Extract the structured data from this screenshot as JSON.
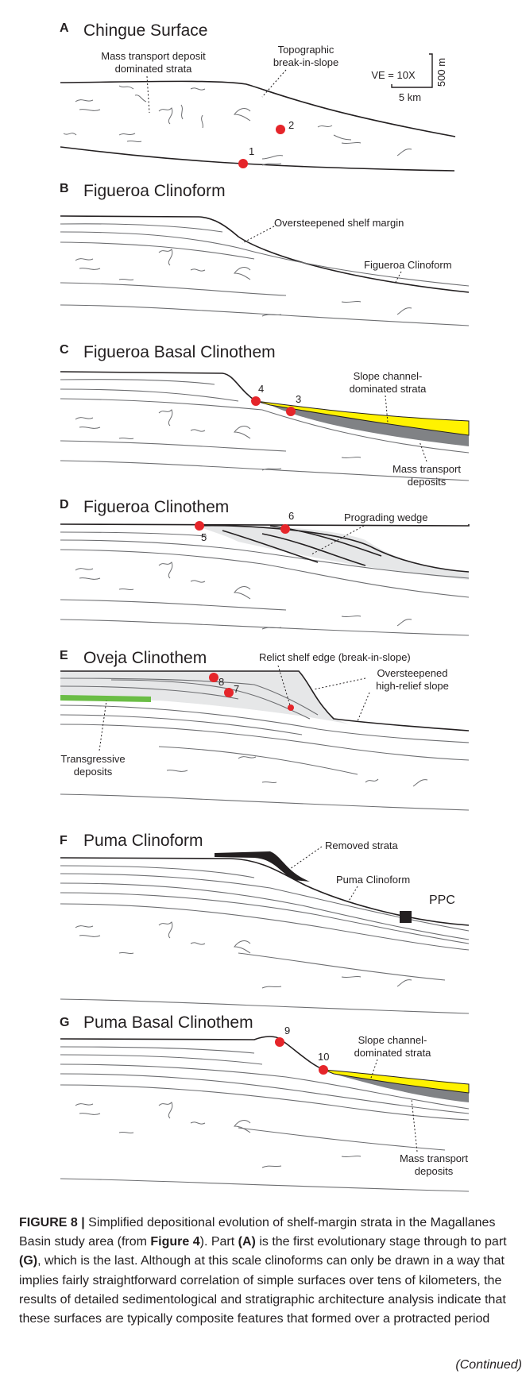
{
  "panels": [
    {
      "letter": "A",
      "title": "Chingue Surface",
      "labels": {
        "mtd": [
          "Mass transport deposit",
          "dominated strata"
        ],
        "topo": [
          "Topographic",
          "break-in-slope"
        ],
        "ve": "VE = 10X",
        "vscale": "500 m",
        "hscale": "5 km"
      },
      "points": [
        "1",
        "2"
      ]
    },
    {
      "letter": "B",
      "title": "Figueroa Clinoform",
      "labels": {
        "over": "Oversteepened shelf margin",
        "clino": "Figueroa Clinoform"
      }
    },
    {
      "letter": "C",
      "title": "Figueroa Basal Clinothem",
      "labels": {
        "slope": [
          "Slope channel-",
          "dominated strata"
        ],
        "mass": [
          "Mass transport",
          "deposits"
        ]
      },
      "points": [
        "4",
        "3"
      ]
    },
    {
      "letter": "D",
      "title": "Figueroa Clinothem",
      "labels": {
        "wedge": "Prograding wedge"
      },
      "points": [
        "5",
        "6"
      ]
    },
    {
      "letter": "E",
      "title": "Oveja Clinothem",
      "labels": {
        "relict": "Relict shelf edge (break-in-slope)",
        "over": [
          "Oversteepened",
          "high-relief slope"
        ],
        "trans": [
          "Transgressive",
          "deposits"
        ]
      },
      "points": [
        "8",
        "7"
      ]
    },
    {
      "letter": "F",
      "title": "Puma Clinoform",
      "labels": {
        "removed": "Removed strata",
        "clino": "Puma Clinoform",
        "ppc": "PPC"
      }
    },
    {
      "letter": "G",
      "title": "Puma Basal Clinothem",
      "labels": {
        "slope": [
          "Slope channel-",
          "dominated strata"
        ],
        "mass": [
          "Mass transport",
          "deposits"
        ]
      },
      "points": [
        "9",
        "10"
      ]
    }
  ],
  "colors": {
    "sand": "#fff200",
    "mtd_gray": "#808285",
    "wedge_gray": "#e6e7e8",
    "transgressive_green": "#6abd45",
    "point_red": "#e5252a"
  },
  "caption": {
    "label": "FIGURE 8 |",
    "part1": " Simplified depositional evolution of shelf-margin strata in the Magallanes Basin study area (from ",
    "ref": "Figure 4",
    "part2": "). Part ",
    "a": "(A)",
    "part3": " is the first evolutionary stage through to part ",
    "g": "(G)",
    "part4": ", which is the last. Although at this scale clinoforms can only be drawn in a way that implies fairly straightforward correlation of simple surfaces over tens of kilometers, the results of detailed sedimentological and stratigraphic architecture analysis indicate that these surfaces are typically composite features that formed over a protracted period"
  },
  "continued": "(Continued)"
}
